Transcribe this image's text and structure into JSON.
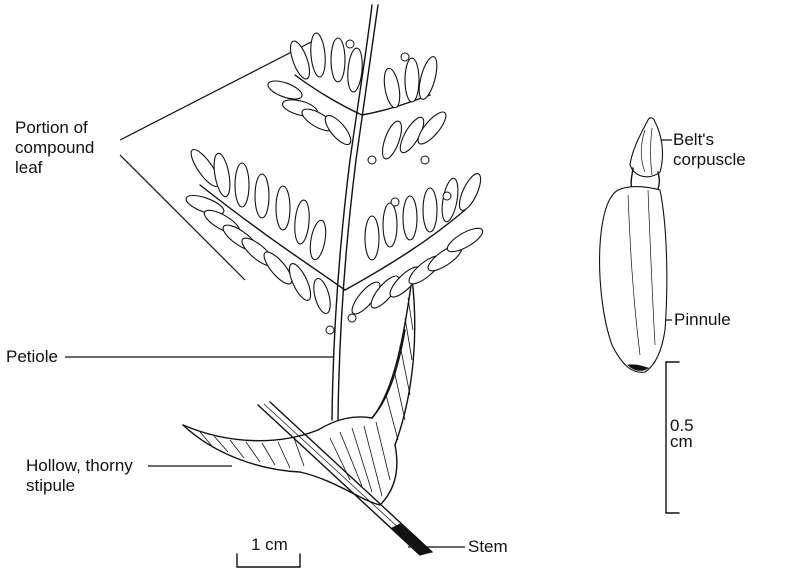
{
  "labels": {
    "portion_of_compound_leaf": "Portion of\ncompound\nleaf",
    "petiole": "Petiole",
    "hollow_thorny_stipule": "Hollow, thorny\nstipule",
    "stem": "Stem",
    "scale_1cm": "1 cm",
    "belts_corpuscle": "Belt's\ncorpuscle",
    "pinnule": "Pinnule",
    "scale_05cm": "0.5\ncm"
  }
}
